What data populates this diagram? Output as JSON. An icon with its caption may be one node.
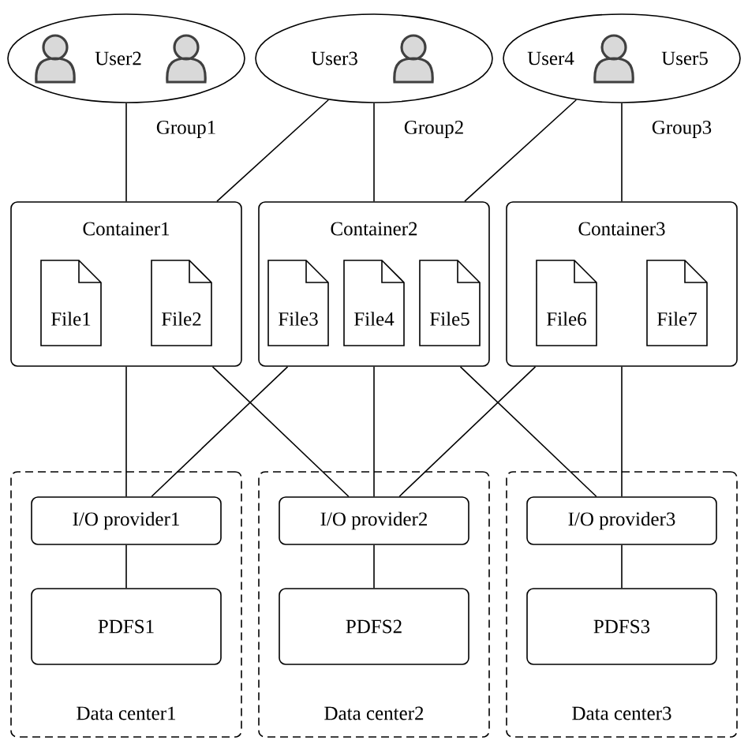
{
  "diagram": {
    "nodes": [
      {
        "text": [
          "User2"
        ],
        "beside": [
          "Group1"
        ]
      },
      {
        "text": [
          "User3"
        ],
        "beside": [
          "Group2"
        ]
      },
      {
        "text": [
          "User4",
          "User5"
        ],
        "beside": [
          "Group3"
        ]
      },
      {
        "text": [
          "Container1"
        ]
      },
      {
        "text": [
          "File1"
        ],
        "in": 3
      },
      {
        "text": [
          "File2"
        ],
        "in": 3
      },
      {
        "text": [
          "Container2"
        ]
      },
      {
        "text": [
          "File3"
        ],
        "in": 6
      },
      {
        "text": [
          "File4"
        ],
        "in": 6
      },
      {
        "text": [
          "File5"
        ],
        "in": 6
      },
      {
        "text": [
          "Container3"
        ]
      },
      {
        "text": [
          "File6"
        ],
        "in": 10
      },
      {
        "text": [
          "File7"
        ],
        "in": 10
      },
      {
        "text": [
          "Data center1"
        ]
      },
      {
        "text": [
          "I/O provider1"
        ],
        "in": 13
      },
      {
        "text": [
          "PDFS1"
        ],
        "in": 13
      },
      {
        "text": [
          "Data center2"
        ]
      },
      {
        "text": [
          "I/O provider2"
        ],
        "in": 16
      },
      {
        "text": [
          "PDFS2"
        ],
        "in": 16
      },
      {
        "text": [
          "Data center3"
        ]
      },
      {
        "text": [
          "I/O provider3"
        ],
        "in": 19
      },
      {
        "text": [
          "PDFS3"
        ],
        "in": 19
      }
    ],
    "edges": [
      {
        "from": 0,
        "to": 3,
        "arrow": "none"
      },
      {
        "from": 1,
        "to": 3,
        "arrow": "none"
      },
      {
        "from": 1,
        "to": 6,
        "arrow": "none"
      },
      {
        "from": 2,
        "to": 6,
        "arrow": "none"
      },
      {
        "from": 2,
        "to": 10,
        "arrow": "none"
      },
      {
        "from": 3,
        "to": 14,
        "arrow": "none"
      },
      {
        "from": 3,
        "to": 17,
        "arrow": "none"
      },
      {
        "from": 6,
        "to": 14,
        "arrow": "none"
      },
      {
        "from": 6,
        "to": 17,
        "arrow": "none"
      },
      {
        "from": 6,
        "to": 20,
        "arrow": "none"
      },
      {
        "from": 10,
        "to": 17,
        "arrow": "none"
      },
      {
        "from": 10,
        "to": 20,
        "arrow": "none"
      },
      {
        "from": 14,
        "to": 15,
        "arrow": "none"
      },
      {
        "from": 17,
        "to": 18,
        "arrow": "none"
      },
      {
        "from": 20,
        "to": 21,
        "arrow": "none"
      }
    ]
  }
}
